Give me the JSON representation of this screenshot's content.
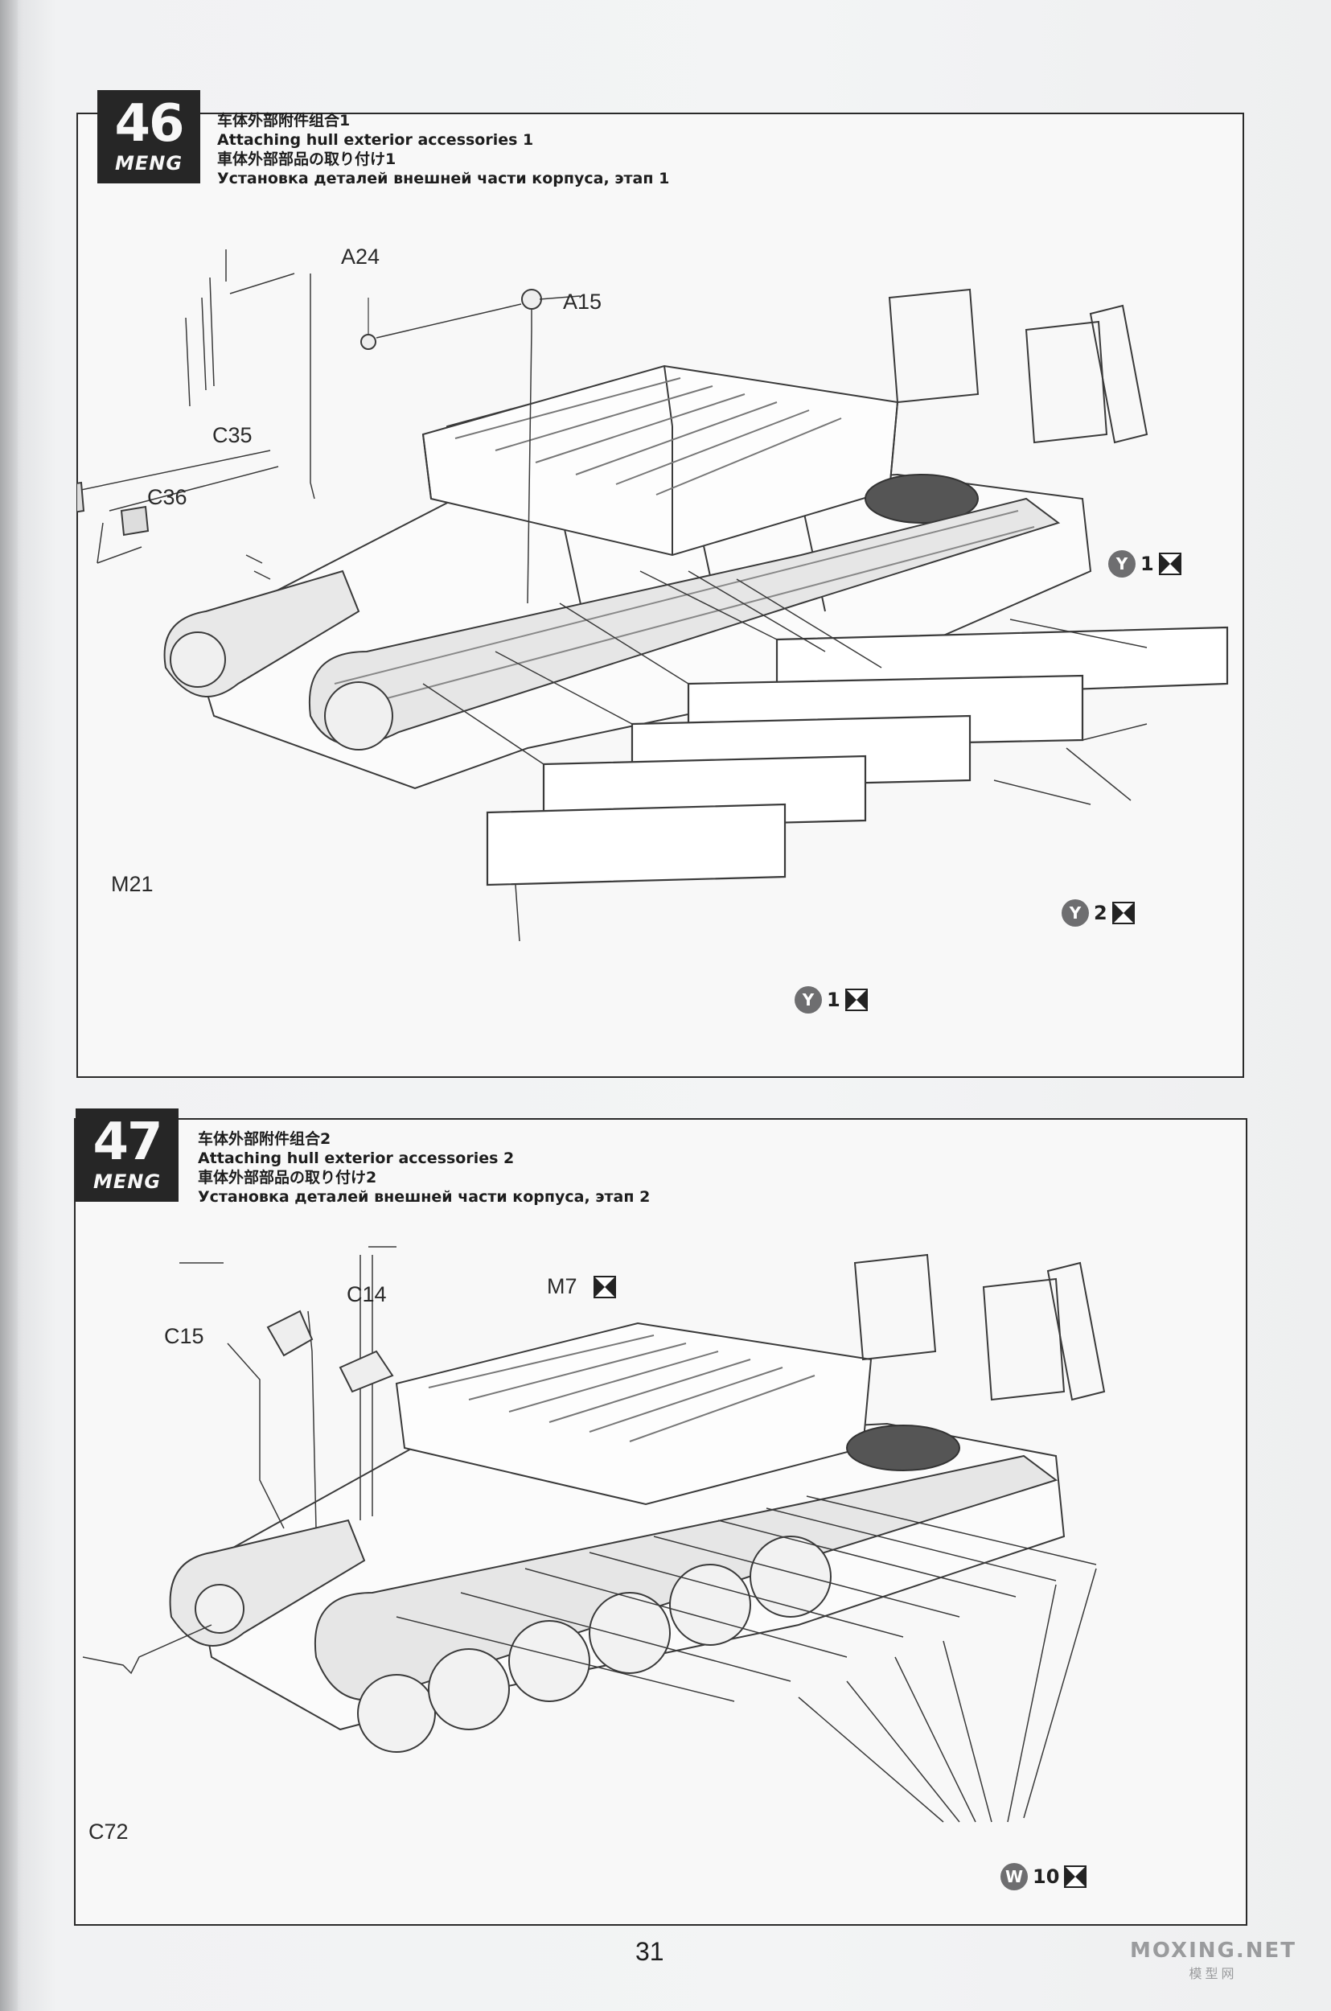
{
  "brand": "MENG",
  "steps": [
    {
      "number": "46",
      "title_cn": "车体外部附件组合1",
      "title_en": "Attaching hull exterior accessories 1",
      "title_jp": "車体外部部品の取り付け1",
      "title_ru": "Установка деталей внешней части корпуса, этап 1",
      "parts": [
        "A24",
        "A15",
        "C35",
        "C36",
        "M21"
      ],
      "callouts": [
        {
          "letter": "Y",
          "qty": "1"
        },
        {
          "letter": "Y",
          "qty": "2"
        },
        {
          "letter": "Y",
          "qty": "1"
        }
      ]
    },
    {
      "number": "47",
      "title_cn": "车体外部附件组合2",
      "title_en": "Attaching hull exterior accessories 2",
      "title_jp": "車体外部部品の取り付け2",
      "title_ru": "Установка деталей внешней части корпуса, этап 2",
      "parts": [
        "C14",
        "C15",
        "M7",
        "C72"
      ],
      "callouts": [
        {
          "letter": "W",
          "qty": "10"
        }
      ]
    }
  ],
  "page_number": "31",
  "watermark": {
    "top": "MOXING.NET",
    "bottom": "模型网"
  },
  "icons": {
    "cut": "sprue-cut-icon",
    "callout": "decal-callout-icon"
  },
  "colors": {
    "ink": "#2a2a2a",
    "badge": "#262626",
    "callout": "#6e6e70",
    "paper": "#f3f4f5"
  }
}
